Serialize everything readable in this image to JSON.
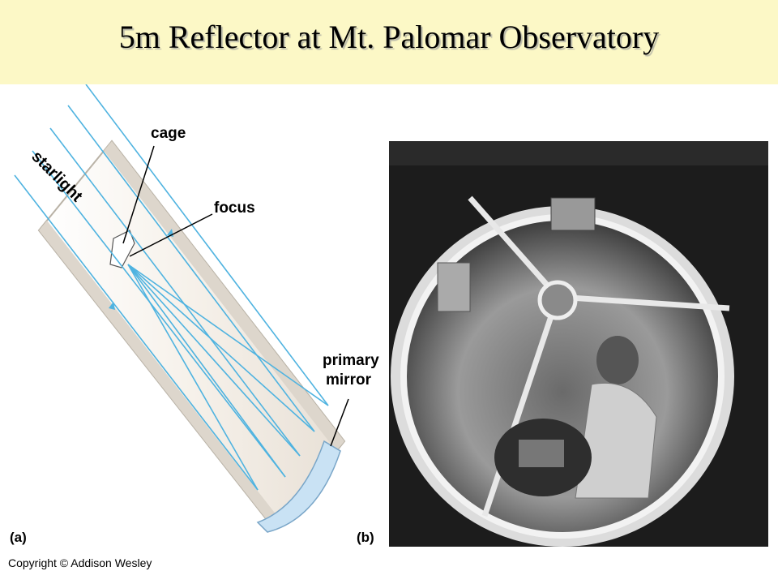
{
  "slide": {
    "title": "5m Reflector at Mt. Palomar Observatory"
  },
  "diagram": {
    "labels": {
      "starlight": "starlight",
      "cage": "cage",
      "focus": "focus",
      "primary_mirror_line1": "primary",
      "primary_mirror_line2": "mirror",
      "panel_a": "(a)"
    }
  },
  "photo": {
    "panel_b": "(b)"
  },
  "copyright": "Copyright © Addison Wesley",
  "colors": {
    "title_band": "#fcf8c6",
    "light_rays": "#4fb3e0",
    "tube": "#f3eee7",
    "mirror": "#c9e2f4"
  }
}
